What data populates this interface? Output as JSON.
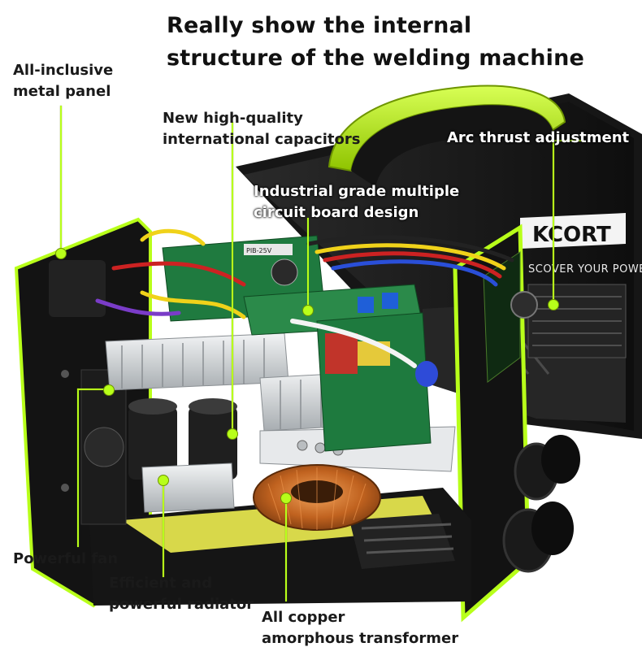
{
  "title": {
    "line1": "Really show the internal",
    "line2": "structure of the welding machine"
  },
  "labels": {
    "metal_panel": [
      "All-inclusive",
      "metal panel"
    ],
    "capacitors": [
      "New high-quality",
      "international capacitors"
    ],
    "arc_thrust": "Arc thrust adjustment",
    "circuit_board": [
      "Industrial grade multiple",
      "circuit board design"
    ],
    "fan": "Powerful fan",
    "radiator": [
      "Efficient and",
      "powerful radiator"
    ],
    "transformer": [
      "All copper",
      "amorphous transformer"
    ]
  },
  "product": {
    "brand": "KCORT",
    "tagline": "SCOVER YOUR POWER",
    "board_marking": "PIB-25V"
  },
  "colors": {
    "accent": "#b8ff1a",
    "casing": "#1b1b1b",
    "pcb": "#1e7a3e",
    "heatsink": "#d9dde0",
    "copper": "#c8702a"
  }
}
